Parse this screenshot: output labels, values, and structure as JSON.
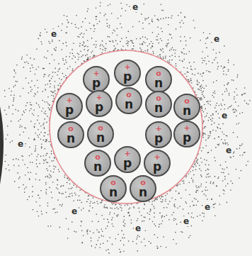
{
  "diagram": {
    "nodes": [
      {
        "text": [
          "+",
          "p"
        ]
      },
      {
        "text": [
          "+",
          "p"
        ]
      },
      {
        "text": [
          "o",
          "n"
        ]
      },
      {
        "text": [
          "+",
          "p"
        ]
      },
      {
        "text": [
          "+",
          "p"
        ]
      },
      {
        "text": [
          "o",
          "n"
        ]
      },
      {
        "text": [
          "o",
          "n"
        ]
      },
      {
        "text": [
          "o",
          "n"
        ]
      },
      {
        "text": [
          "o",
          "n"
        ]
      },
      {
        "text": [
          "o",
          "n"
        ]
      },
      {
        "text": [
          "+",
          "p"
        ]
      },
      {
        "text": [
          "+",
          "p"
        ]
      },
      {
        "text": [
          "o",
          "n"
        ]
      },
      {
        "text": [
          "+",
          "p"
        ]
      },
      {
        "text": [
          "+",
          "p"
        ]
      },
      {
        "text": [
          "o",
          "n"
        ]
      },
      {
        "text": [
          "o",
          "n"
        ]
      }
    ],
    "labels": [
      "e",
      "e",
      "e",
      "e",
      "e",
      "e",
      "e",
      "e",
      "e",
      "e"
    ]
  }
}
